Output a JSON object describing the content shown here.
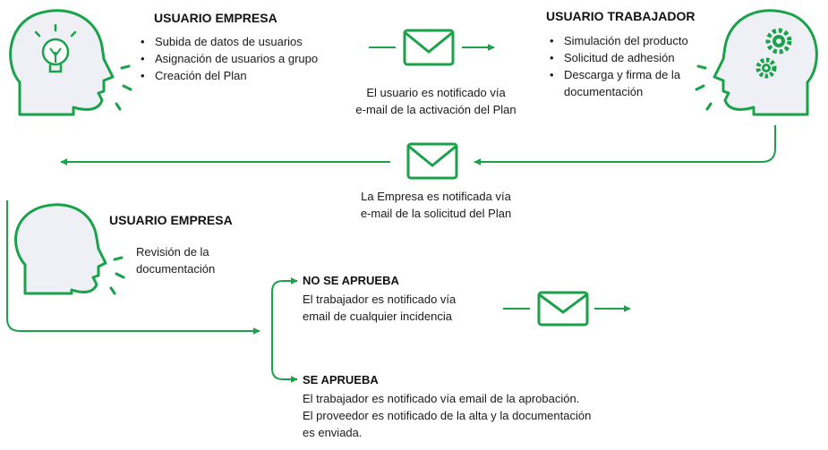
{
  "company_top": {
    "title": "USUARIO EMPRESA",
    "bullets": [
      "Subida de datos de usuarios",
      "Asignación de usuarios a grupo",
      "Creación del Plan"
    ]
  },
  "worker": {
    "title": "USUARIO TRABAJADOR",
    "bullets": [
      "Simulación del producto",
      "Solicitud de adhesión",
      "Descarga y firma de la",
      "documentación"
    ]
  },
  "notification_worker": [
    "El usuario es notificado vía",
    "e-mail de la activación del Plan"
  ],
  "notification_company": [
    "La Empresa es notificada vía",
    "e-mail de la solicitud del Plan"
  ],
  "company_review": {
    "title": "USUARIO EMPRESA",
    "lines": [
      "Revisión de la",
      "documentación"
    ]
  },
  "not_approved": {
    "title": "NO SE APRUEBA",
    "lines": [
      "El trabajador es notificado vía",
      "email de cualquier incidencia"
    ]
  },
  "approved": {
    "title": "SE APRUEBA",
    "lines": [
      "El trabajador es notificado vía email de la aprobación.",
      "El proveedor  es notificado de la alta y la documentación",
      "es enviada."
    ]
  },
  "colors": {
    "accent": "#1aa24a",
    "head_fill": "#eef0f5",
    "text": "#1a1a1a"
  },
  "icons": [
    "head-lightbulb-icon",
    "head-gears-icon",
    "head-profile-icon",
    "envelope-icon"
  ]
}
